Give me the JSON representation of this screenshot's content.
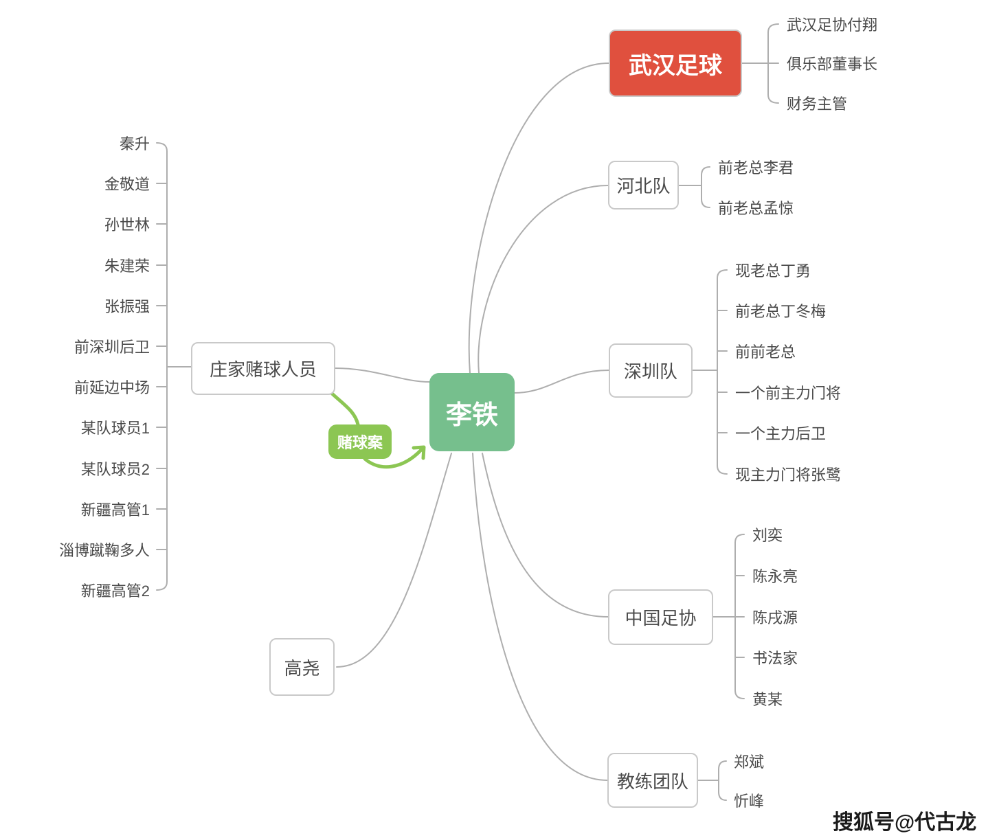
{
  "root": {
    "label": "李铁"
  },
  "annotation": {
    "label": "赌球案"
  },
  "watermark": {
    "text": "搜狐号@代古龙"
  },
  "colors": {
    "root_node": "#76BF8D",
    "highlight_node": "#E0503E",
    "annotation_node": "#8CC653",
    "connector": "#AEAEAE",
    "node_border": "#C9C9C9",
    "text": "#4A4A4A"
  },
  "branches": [
    {
      "label": "武汉足球",
      "emphasis": true,
      "children": [
        "武汉足协付翔",
        "俱乐部董事长",
        "财务主管"
      ]
    },
    {
      "label": "河北队",
      "children": [
        "前老总李君",
        "前老总孟惊"
      ]
    },
    {
      "label": "深圳队",
      "children": [
        "现老总丁勇",
        "前老总丁冬梅",
        "前前老总",
        "一个前主力门将",
        "一个主力后卫",
        "现主力门将张鹭"
      ]
    },
    {
      "label": "中国足协",
      "children": [
        "刘奕",
        "陈永亮",
        "陈戌源",
        "书法家",
        "黄某"
      ]
    },
    {
      "label": "教练团队",
      "children": [
        "郑斌",
        "忻峰"
      ]
    },
    {
      "label": "庄家赌球人员",
      "children": [
        "秦升",
        "金敬道",
        "孙世林",
        "朱建荣",
        "张振强",
        "前深圳后卫",
        "前延边中场",
        "某队球员1",
        "某队球员2",
        "新疆高管1",
        "淄博蹴鞠多人",
        "新疆高管2"
      ]
    },
    {
      "label": "高尧",
      "children": []
    }
  ]
}
